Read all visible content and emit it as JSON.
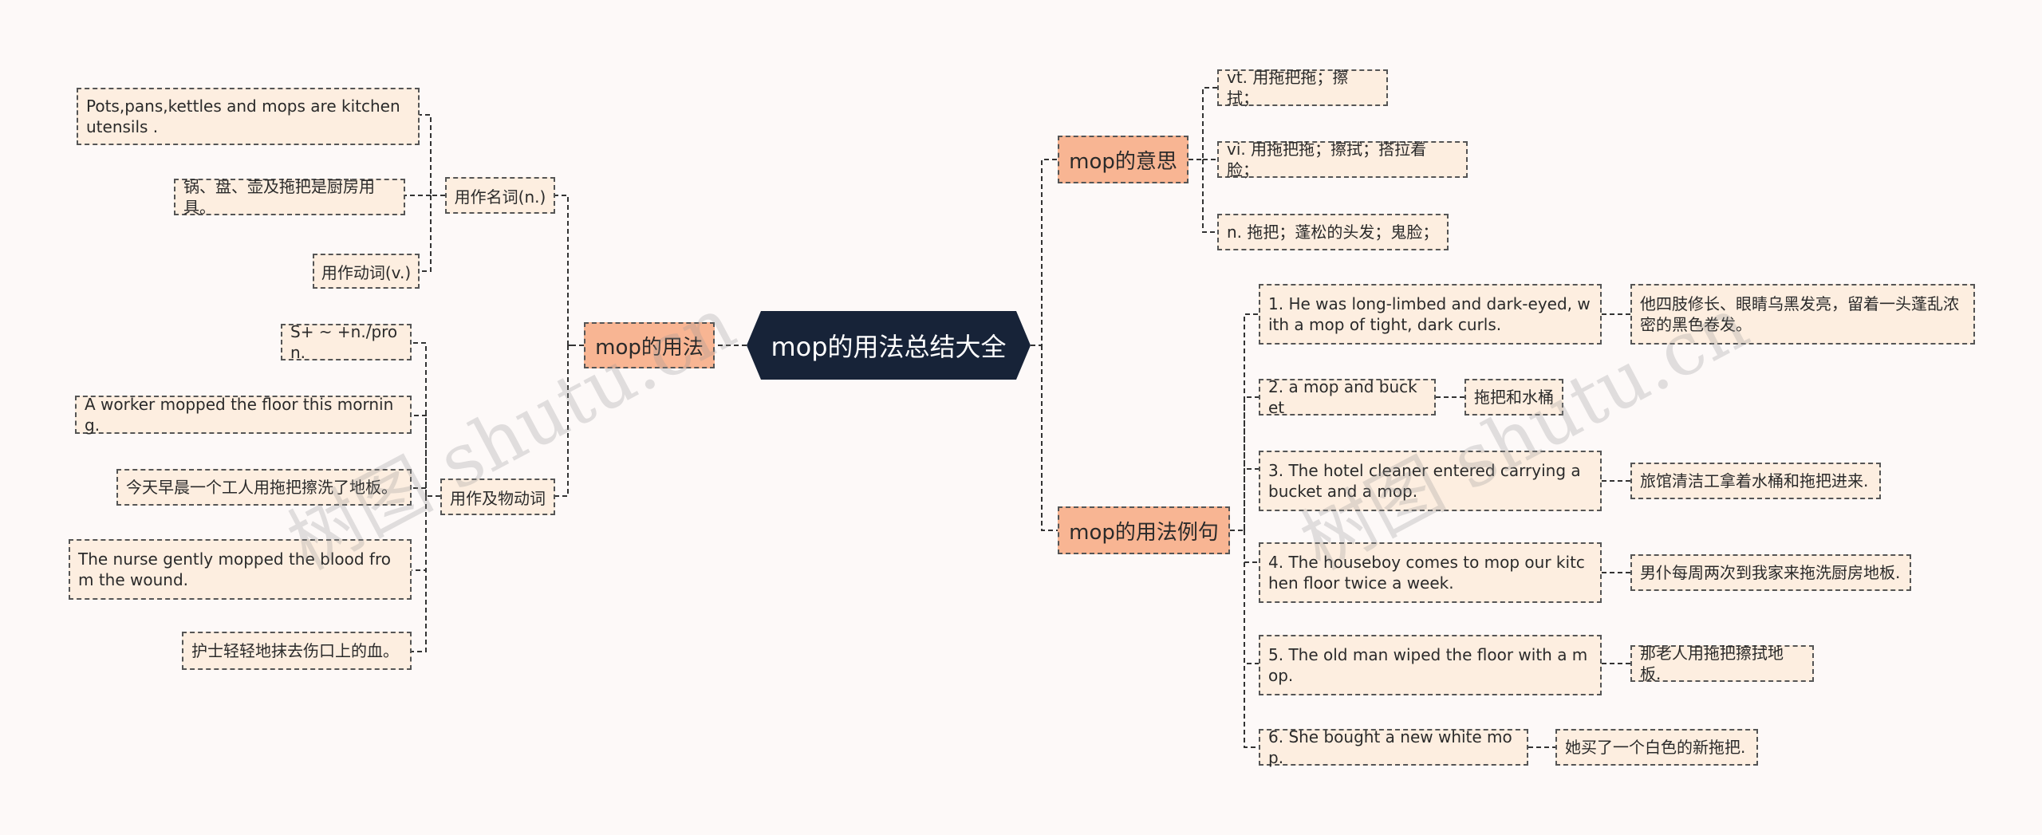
{
  "root": {
    "title": "mop的用法总结大全"
  },
  "usage": {
    "title": "mop的用法",
    "noun": {
      "label": "用作名词(n.)",
      "items": [
        "Pots,pans,kettles and mops are kitchen utensils .",
        "锅、盘、壶及拖把是厨房用具。"
      ]
    },
    "verb": {
      "label": "用作动词(v.)"
    },
    "transitive": {
      "label": "用作及物动词",
      "items": [
        "S+ ~ +n./pron.",
        "A worker mopped the floor this morning.",
        "今天早晨一个工人用拖把擦洗了地板。",
        "The nurse gently mopped the blood from the wound.",
        "护士轻轻地抹去伤口上的血。"
      ]
    }
  },
  "meaning": {
    "title": "mop的意思",
    "items": [
      "vt. 用拖把拖；擦拭；",
      "vi. 用拖把拖；擦拭；搭拉着脸；",
      "n. 拖把；蓬松的头发；鬼脸；"
    ]
  },
  "examples": {
    "title": "mop的用法例句",
    "items": [
      {
        "en": "1. He was long-limbed and dark-eyed, with a mop of tight, dark curls.",
        "zh": "他四肢修长、眼睛乌黑发亮，留着一头蓬乱浓密的黑色卷发。"
      },
      {
        "en": "2. a mop and bucket",
        "zh": "拖把和水桶"
      },
      {
        "en": "3. The hotel cleaner entered carrying a bucket and a mop.",
        "zh": "旅馆清洁工拿着水桶和拖把进来."
      },
      {
        "en": "4. The houseboy comes to mop our kitchen floor twice a week.",
        "zh": "男仆每周两次到我家来拖洗厨房地板."
      },
      {
        "en": "5. The old man wiped the floor with a mop.",
        "zh": "那老人用拖把擦拭地板."
      },
      {
        "en": "6. She bought a new white mop.",
        "zh": "她买了一个白色的新拖把."
      }
    ]
  },
  "watermark": {
    "text": "树图 shutu.cn"
  }
}
